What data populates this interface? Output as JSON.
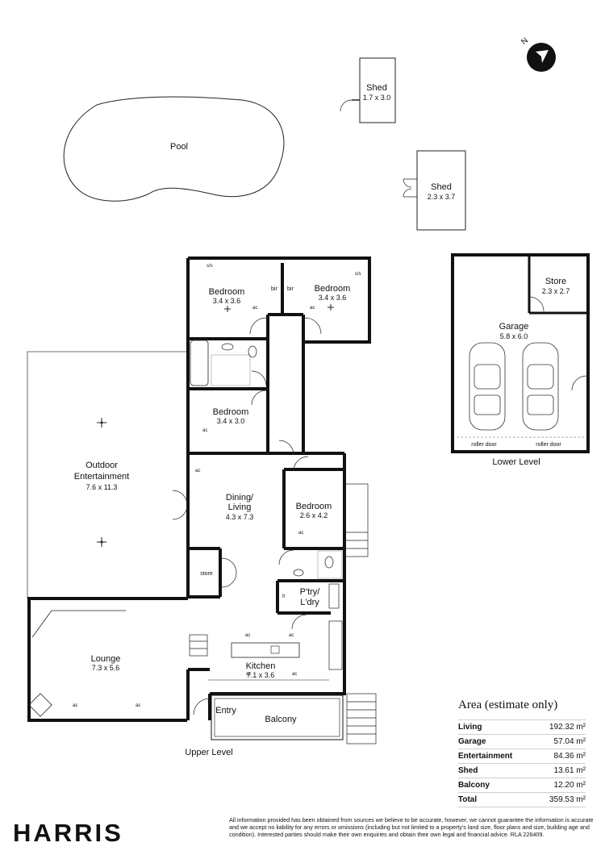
{
  "compass": {
    "label": "N"
  },
  "rooms": {
    "pool": {
      "name": "Pool"
    },
    "shed1": {
      "name": "Shed",
      "dims": "1.7 x 3.0"
    },
    "shed2": {
      "name": "Shed",
      "dims": "2.3 x 3.7"
    },
    "bedroom1": {
      "name": "Bedroom",
      "dims": "3.4 x 3.6"
    },
    "bedroom2": {
      "name": "Bedroom",
      "dims": "3.4 x 3.6"
    },
    "bedroom3": {
      "name": "Bedroom",
      "dims": "3.4 x 3.0"
    },
    "bedroom4": {
      "name": "Bedroom",
      "dims": "2.6 x 4.2"
    },
    "outdoor": {
      "name_line1": "Outdoor",
      "name_line2": "Entertainment",
      "dims": "7.6 x 11.3"
    },
    "dining": {
      "name_line1": "Dining/",
      "name_line2": "Living",
      "dims": "4.3 x 7.3"
    },
    "store_small": {
      "name": "store"
    },
    "pantry": {
      "name_line1": "P'try/",
      "name_line2": "L'dry"
    },
    "lounge": {
      "name": "Lounge",
      "dims": "7.3 x 5.6"
    },
    "kitchen": {
      "name": "Kitchen",
      "dims": "7.1 x 3.6"
    },
    "entry": {
      "name": "Entry"
    },
    "balcony": {
      "name": "Balcony"
    },
    "store": {
      "name": "Store",
      "dims": "2.3 x 2.7"
    },
    "garage": {
      "name": "Garage",
      "dims": "5.8 x 6.0"
    }
  },
  "fixtures": {
    "robe": "bir",
    "shower_screen": "s/s",
    "aircon": "ac",
    "fridge": "fr",
    "roller_door": "roller door"
  },
  "levels": {
    "upper": "Upper Level",
    "lower": "Lower Level"
  },
  "area": {
    "title": "Area (estimate only)",
    "rows": [
      {
        "label": "Living",
        "value": "192.32 m²"
      },
      {
        "label": "Garage",
        "value": "57.04 m²"
      },
      {
        "label": "Entertainment",
        "value": "84.36 m²"
      },
      {
        "label": "Shed",
        "value": "13.61 m²"
      },
      {
        "label": "Balcony",
        "value": "12.20 m²"
      },
      {
        "label": "Total",
        "value": "359.53 m²"
      }
    ]
  },
  "brand": "HARRIS",
  "disclaimer": "All information provided has been obtained from sources we believe to be accurate, however, we cannot guarantee the information is accurate and we accept no liability for any errors or omissions (including but not limited to a property's land size, floor plans and size, building age and condition). Interested parties should make their own enquiries and obtain their own legal and financial advice. RLA 226409."
}
